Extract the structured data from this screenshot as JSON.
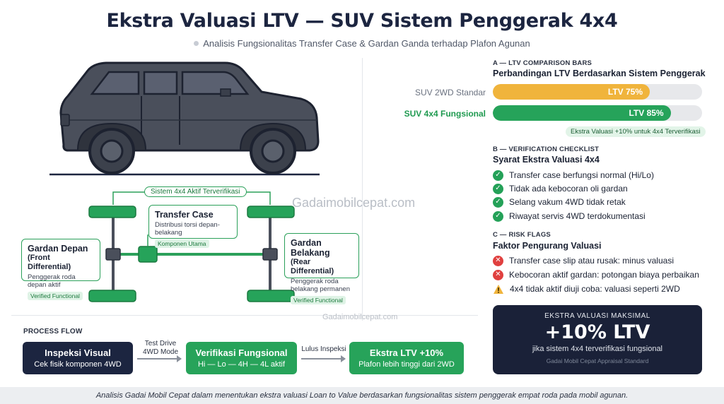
{
  "header": {
    "title": "Ekstra Valuasi LTV — SUV Sistem Penggerak 4x4",
    "subtitle": "Analisis Fungsionalitas Transfer Case & Gardan Ganda terhadap Plafon Agunan"
  },
  "watermarks": {
    "main": "Gadaimobilcepat.com",
    "small": "Gadaimobilcepat.com"
  },
  "drivetrain": {
    "top_tag": "Sistem 4x4 Aktif Terverifikasi",
    "transfer_case": {
      "title": "Transfer Case",
      "desc": "Distribusi torsi depan-belakang",
      "badge": "Komponen Utama"
    },
    "front": {
      "title": "Gardan Depan",
      "title2": "(Front Differential)",
      "desc": "Penggerak roda depan aktif",
      "badge": "Verified Functional"
    },
    "rear": {
      "title": "Gardan Belakang",
      "title2": "(Rear Differential)",
      "desc1": "Penggerak roda",
      "desc2": "belakang permanen",
      "badge": "Verified Functional"
    }
  },
  "process_flow": {
    "label": "PROCESS FLOW",
    "steps": [
      {
        "title": "Inspeksi Visual",
        "sub": "Cek fisik komponen 4WD"
      },
      {
        "title": "Verifikasi Fungsional",
        "sub": "Hi — Lo — 4H — 4L aktif"
      },
      {
        "title": "Ekstra LTV +10%",
        "sub": "Plafon lebih tinggi dari 2WD"
      }
    ],
    "arrows": [
      {
        "line1": "Test Drive",
        "line2": "4WD Mode"
      },
      {
        "line1": "Lulus Inspeksi",
        "line2": ""
      }
    ]
  },
  "section_a": {
    "code": "A — LTV COMPARISON BARS",
    "title": "Perbandingan LTV Berdasarkan Sistem Penggerak",
    "bars": [
      {
        "label": "SUV 2WD Standar",
        "value_label": "LTV 75%",
        "fraction": 0.75,
        "color": "#f0b43c"
      },
      {
        "label": "SUV 4x4 Fungsional",
        "value_label": "LTV 85%",
        "fraction": 0.85,
        "color": "#26a35a"
      }
    ],
    "note": "Ekstra Valuasi +10% untuk 4x4 Terverifikasi"
  },
  "section_b": {
    "code": "B — VERIFICATION CHECKLIST",
    "title": "Syarat Ekstra Valuasi 4x4",
    "items": [
      "Transfer case berfungsi normal (Hi/Lo)",
      "Tidak ada kebocoran oli gardan",
      "Selang vakum 4WD tidak retak",
      "Riwayat servis 4WD terdokumentasi"
    ]
  },
  "section_c": {
    "code": "C — RISK FLAGS",
    "title": "Faktor Pengurang Valuasi",
    "items": [
      {
        "text": "Transfer case slip atau rusak: minus valuasi",
        "icon": "x-circle-icon"
      },
      {
        "text": "Kebocoran aktif gardan: potongan biaya perbaikan",
        "icon": "x-circle-icon"
      },
      {
        "text": "4x4 tidak aktif diuji coba: valuasi seperti 2WD",
        "icon": "warning-icon"
      }
    ]
  },
  "summary": {
    "kicker": "EKSTRA VALUASI MAKSIMAL",
    "big": "+10% LTV",
    "sub": "jika sistem 4x4 terverifikasi fungsional",
    "foot": "Gadai Mobil Cepat Appraisal Standard"
  },
  "footer": {
    "text": "Analisis Gadai Mobil Cepat dalam menentukan ekstra valuasi Loan to Value berdasarkan fungsionalitas sistem penggerak empat roda pada mobil agunan."
  }
}
